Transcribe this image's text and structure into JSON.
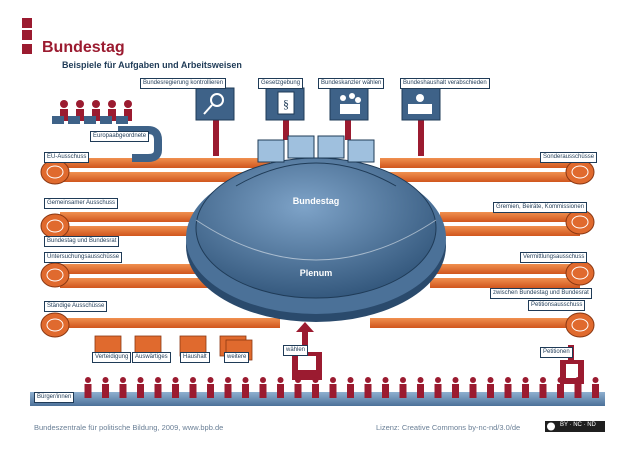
{
  "header": {
    "title": "Bundestag",
    "subtitle": "Beispiele für Aufgaben und Arbeitsweisen"
  },
  "top_tasks": [
    {
      "label": "Bundesregierung kontrollieren",
      "icon": "magnifier-icon"
    },
    {
      "label": "Gesetzgebung",
      "icon": "paragraph-document-icon"
    },
    {
      "label": "Bundeskanzler wählen",
      "icon": "ballot-people-icon"
    },
    {
      "label": "Bundeshaushalt verabschieden",
      "icon": "money-icon"
    }
  ],
  "europa": {
    "label": "Europaabgeordnete"
  },
  "left_committees": [
    {
      "label": "EU-Ausschuss",
      "sub": ""
    },
    {
      "label": "Gemeinsamer Ausschuss",
      "sub": "Bundestag und Bundesrat"
    },
    {
      "label": "Untersuchungsausschüsse",
      "sub": ""
    },
    {
      "label": "Ständige Ausschüsse",
      "sub": ""
    }
  ],
  "standing_committees": [
    "Verteidigung",
    "Auswärtiges",
    "Haushalt",
    "weitere"
  ],
  "right_committees": [
    {
      "label": "Sonderausschüsse",
      "sub": ""
    },
    {
      "label": "Gremien, Beiräte, Kommissionen",
      "sub": ""
    },
    {
      "label": "Vermittlungsausschuss",
      "sub": "zwischen Bundestag und Bundesrat"
    },
    {
      "label": "Petitionsausschuss",
      "sub": ""
    }
  ],
  "center": {
    "top": "Bundestag",
    "bottom": "Plenum"
  },
  "actions": {
    "vote": "wählen",
    "petition": "Petitionen"
  },
  "citizens": {
    "label": "Bürger/innen"
  },
  "footer": {
    "left": "Bundeszentrale für politische Bildung, 2009, www.bpb.de",
    "right": "Lizenz: Creative Commons by-nc-nd/3.0/de",
    "badge": "BY · NC · ND"
  },
  "colors": {
    "red": "#9b1b30",
    "blue": "#3e6288",
    "orange": "#e06a2e",
    "navy": "#1f3b57"
  }
}
